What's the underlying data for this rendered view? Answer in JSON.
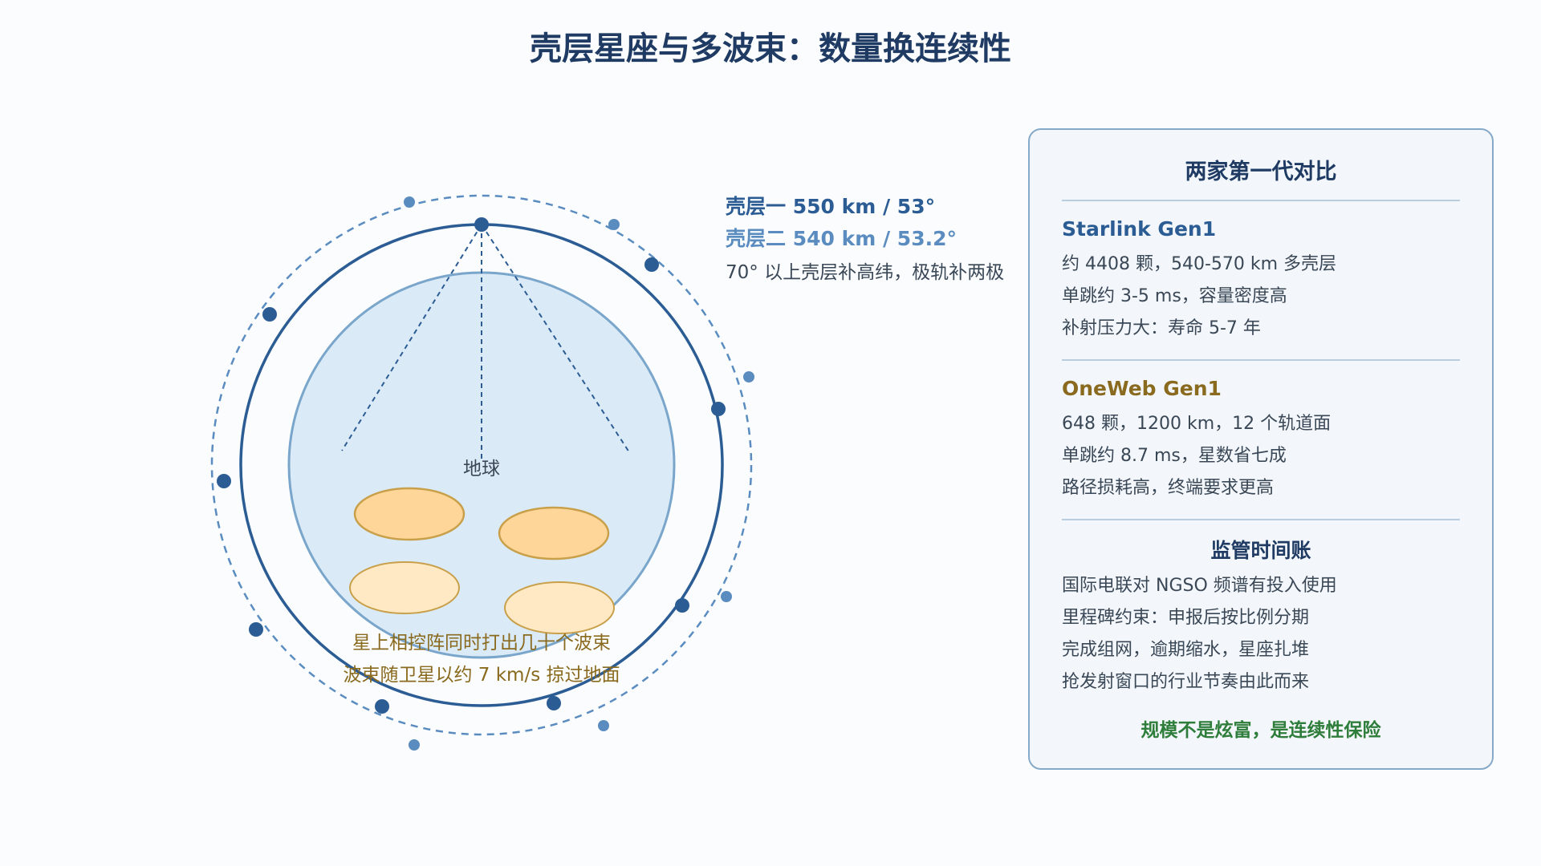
{
  "title": "壳层星座与多波束：数量换连续性",
  "diagram": {
    "earth_label": "地球",
    "shell1_label": "壳层一 550 km / 53°",
    "shell2_label": "壳层二 540 km / 53.2°",
    "shell_note": "70° 以上壳层补高纬，极轨补两极",
    "beam_caption_1": "星上相控阵同时打出几十个波束",
    "beam_caption_2": "波束随卫星以约 7 km/s 掠过地面",
    "colors": {
      "shell1": "#2b5c94",
      "shell2": "#5a8cc0",
      "earth_fill": "#dbeaf7",
      "earth_stroke": "#7aa6cb",
      "beam_strong": "#ffd699",
      "beam_light": "#ffe8c4",
      "beam_stroke": "#c9a04a",
      "caption": "#8a6a1e"
    }
  },
  "panel": {
    "title": "两家第一代对比",
    "starlink": {
      "name": "Starlink Gen1",
      "lines": [
        "约 4408 颗，540-570 km 多壳层",
        "单跳约 3-5 ms，容量密度高",
        "补射压力大：寿命 5-7 年"
      ]
    },
    "oneweb": {
      "name": "OneWeb Gen1",
      "lines": [
        "648 颗，1200 km，12 个轨道面",
        "单跳约 8.7 ms，星数省七成",
        "路径损耗高，终端要求更高"
      ]
    },
    "regulation": {
      "title": "监管时间账",
      "lines": [
        "国际电联对 NGSO 频谱有投入使用",
        "里程碑约束：申报后按比例分期",
        "完成组网，逾期缩水，星座扎堆",
        "抢发射窗口的行业节奏由此而来"
      ]
    },
    "footer": "规模不是炫富，是连续性保险"
  }
}
